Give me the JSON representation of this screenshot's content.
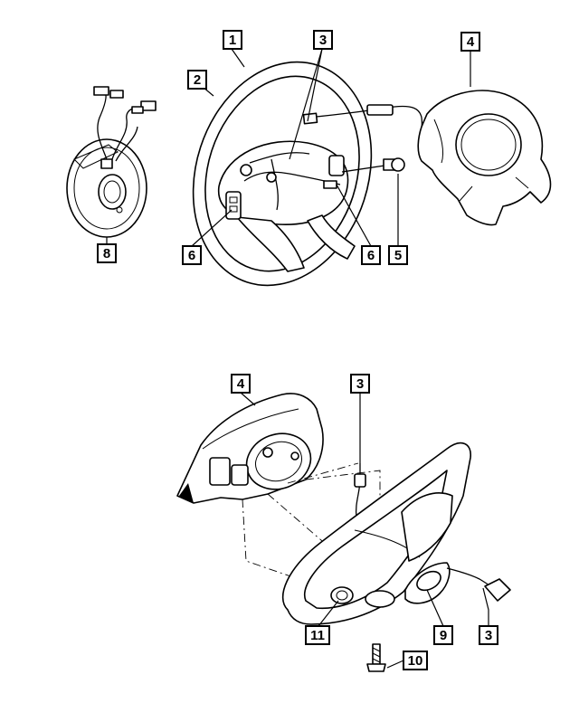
{
  "callouts": {
    "c1": "1",
    "c2": "2",
    "c3a": "3",
    "c4a": "4",
    "c5": "5",
    "c6a": "6",
    "c6b": "6",
    "c8": "8",
    "c4b": "4",
    "c3b": "3",
    "c3c": "3",
    "c9": "9",
    "c10": "10",
    "c11": "11"
  },
  "colors": {
    "ink": "#000000",
    "paper": "#ffffff"
  }
}
